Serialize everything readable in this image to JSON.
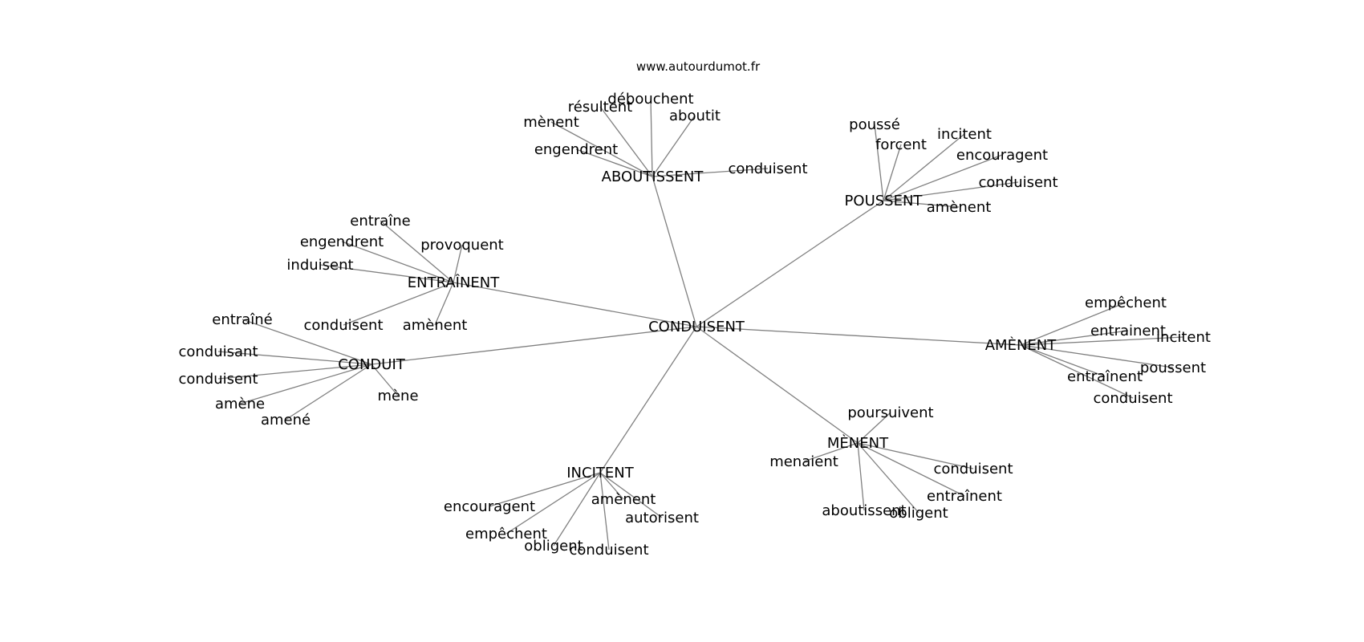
{
  "watermark": "www.autourdumot.fr",
  "colors": {
    "edge": "#808080",
    "text": "#000000",
    "background": "#ffffff"
  },
  "graph": {
    "center": {
      "label": "CONDUISENT"
    },
    "hubs": [
      {
        "label": "ABOUTISSENT",
        "leaves": [
          "débouchent",
          "résultent",
          "mènent",
          "aboutit",
          "engendrent",
          "conduisent"
        ]
      },
      {
        "label": "POUSSENT",
        "leaves": [
          "poussé",
          "forcent",
          "incitent",
          "encouragent",
          "conduisent",
          "amènent"
        ]
      },
      {
        "label": "ENTRAÎNENT",
        "leaves": [
          "entraîne",
          "engendrent",
          "provoquent",
          "induisent",
          "conduisent",
          "amènent"
        ]
      },
      {
        "label": "CONDUIT",
        "leaves": [
          "entraîné",
          "conduisant",
          "conduisent",
          "amène",
          "amené",
          "mène"
        ]
      },
      {
        "label": "AMÈNENT",
        "leaves": [
          "empêchent",
          "entrainent",
          "incitent",
          "poussent",
          "entraînent",
          "conduisent"
        ]
      },
      {
        "label": "MÈNENT",
        "leaves": [
          "poursuivent",
          "menaient",
          "conduisent",
          "entraînent",
          "aboutissent",
          "obligent"
        ]
      },
      {
        "label": "INCITENT",
        "leaves": [
          "amènent",
          "encouragent",
          "autorisent",
          "empêchent",
          "obligent",
          "conduisent"
        ]
      }
    ]
  }
}
